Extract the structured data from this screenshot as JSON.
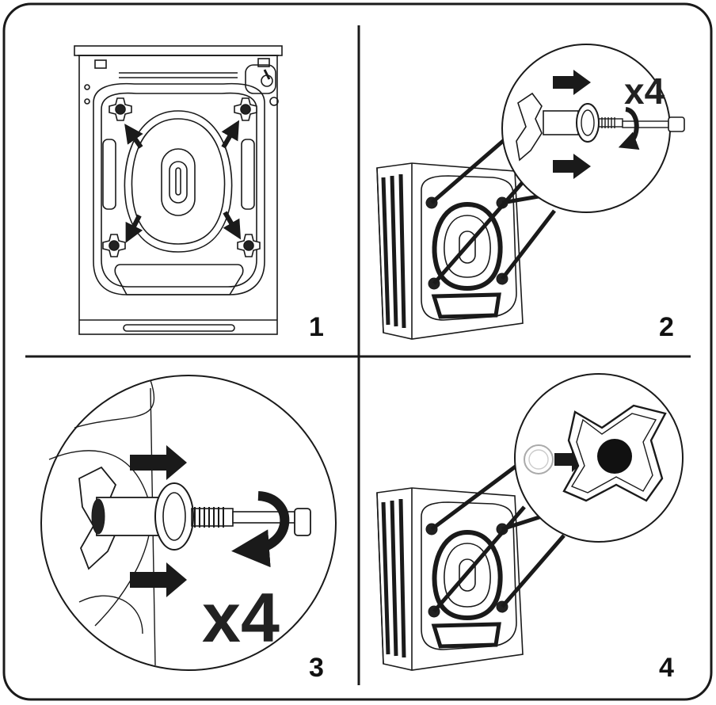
{
  "steps": [
    {
      "number": "1"
    },
    {
      "number": "2",
      "multiplier": "x4"
    },
    {
      "number": "3",
      "multiplier": "x4"
    },
    {
      "number": "4"
    }
  ],
  "colors": {
    "line": "#1a1a1a",
    "fill_dark": "#222222",
    "background": "#ffffff"
  }
}
